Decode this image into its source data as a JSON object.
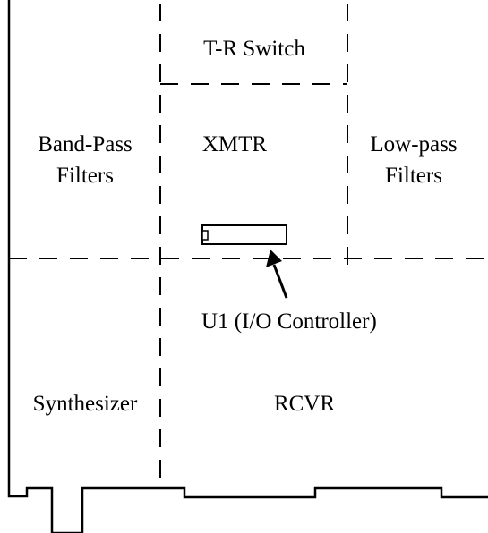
{
  "colors": {
    "line": "#000000",
    "background": "#ffffff"
  },
  "labels": {
    "tr_switch": "T-R Switch",
    "band_pass_line1": "Band-Pass",
    "band_pass_line2": "Filters",
    "xmtr": "XMTR",
    "low_pass_line1": "Low-pass",
    "low_pass_line2": "Filters",
    "u1_controller": "U1 (I/O Controller)",
    "synthesizer": "Synthesizer",
    "rcvr": "RCVR"
  }
}
